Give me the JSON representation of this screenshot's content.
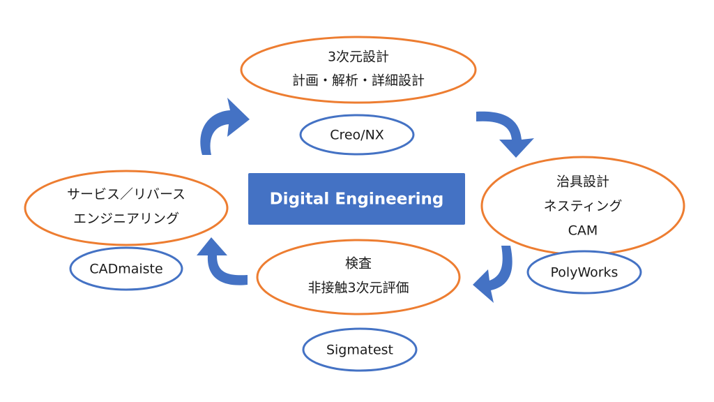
{
  "center": {
    "label": "Digital Engineering"
  },
  "stages": {
    "design": {
      "line1": "3次元設計",
      "line2": "計画・解析・詳細設計"
    },
    "fixture": {
      "line1": "治具設計",
      "line2": "ネスティング",
      "line3": "CAM"
    },
    "inspection": {
      "line1": "検査",
      "line2": "非接触3次元評価"
    },
    "service": {
      "line1": "サービス／リバース",
      "line2": "エンジニアリング"
    }
  },
  "tools": {
    "design": "Creo/NX",
    "fixture": "PolyWorks",
    "inspection": "Sigmatest",
    "service": "CADmaiste"
  },
  "colors": {
    "stage_outline": "#ED7D31",
    "tool_outline": "#4472C4",
    "arrow": "#4472C4",
    "center_box": "#4472C4"
  },
  "icons": {
    "cycle_arrows": "curved-arrow-icon"
  }
}
